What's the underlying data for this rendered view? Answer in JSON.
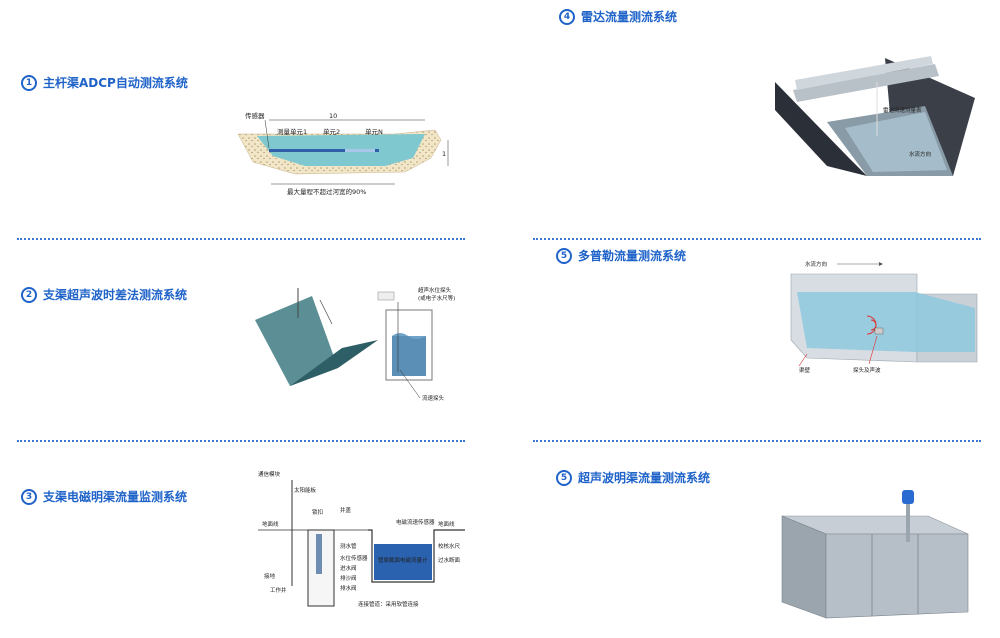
{
  "sections": [
    {
      "number": "1",
      "title": "主杆渠ADCP自动测流系统"
    },
    {
      "number": "2",
      "title": "支渠超声波时差法测流系统"
    },
    {
      "number": "3",
      "title": "支渠电磁明渠流量监测系统"
    },
    {
      "number": "4",
      "title": "雷达流量测流系统"
    },
    {
      "number": "5",
      "title": "多普勒流量测流系统"
    },
    {
      "number": "5",
      "title": "超声波明渠流量测流系统"
    }
  ],
  "diagram1": {
    "sensor": "传感器",
    "width_value": "10",
    "unit1": "测量单元1",
    "unit2": "单元2",
    "unitN": "单元N",
    "depth_value": "1",
    "range_note": "最大量程不超过河宽的90%"
  },
  "diagram2": {
    "probe_label": "超声水位探头",
    "probe_sub": "(或电子水尺等)",
    "flow_probe": "流速探头"
  },
  "diagram3": {
    "comm": "通信模块",
    "solar": "太阳能板",
    "lock": "锁扣",
    "well_cover": "井盖",
    "ground_left": "地面线",
    "ground_right": "地面线",
    "em_sensor": "电磁流速传感器",
    "intake_pipe": "测水管",
    "level_sensor": "水位传感器",
    "inlet_valve": "进水阀",
    "sand_valve": "排沙阀",
    "drain_valve": "排水阀",
    "check_ruler": "校核水尺",
    "section": "过水断面",
    "grounding": "接地",
    "work_well": "工作井",
    "note": "连接管道：采用软管连接",
    "channel_text": "管渠截面电磁流量计"
  },
  "diagram4": {
    "radar": "雷达流速测量表",
    "flow_dir": "水流方向"
  },
  "diagram5": {
    "flow_dir": "水流方向",
    "bottom_wall": "渠壁",
    "probe": "探头及声波"
  }
}
